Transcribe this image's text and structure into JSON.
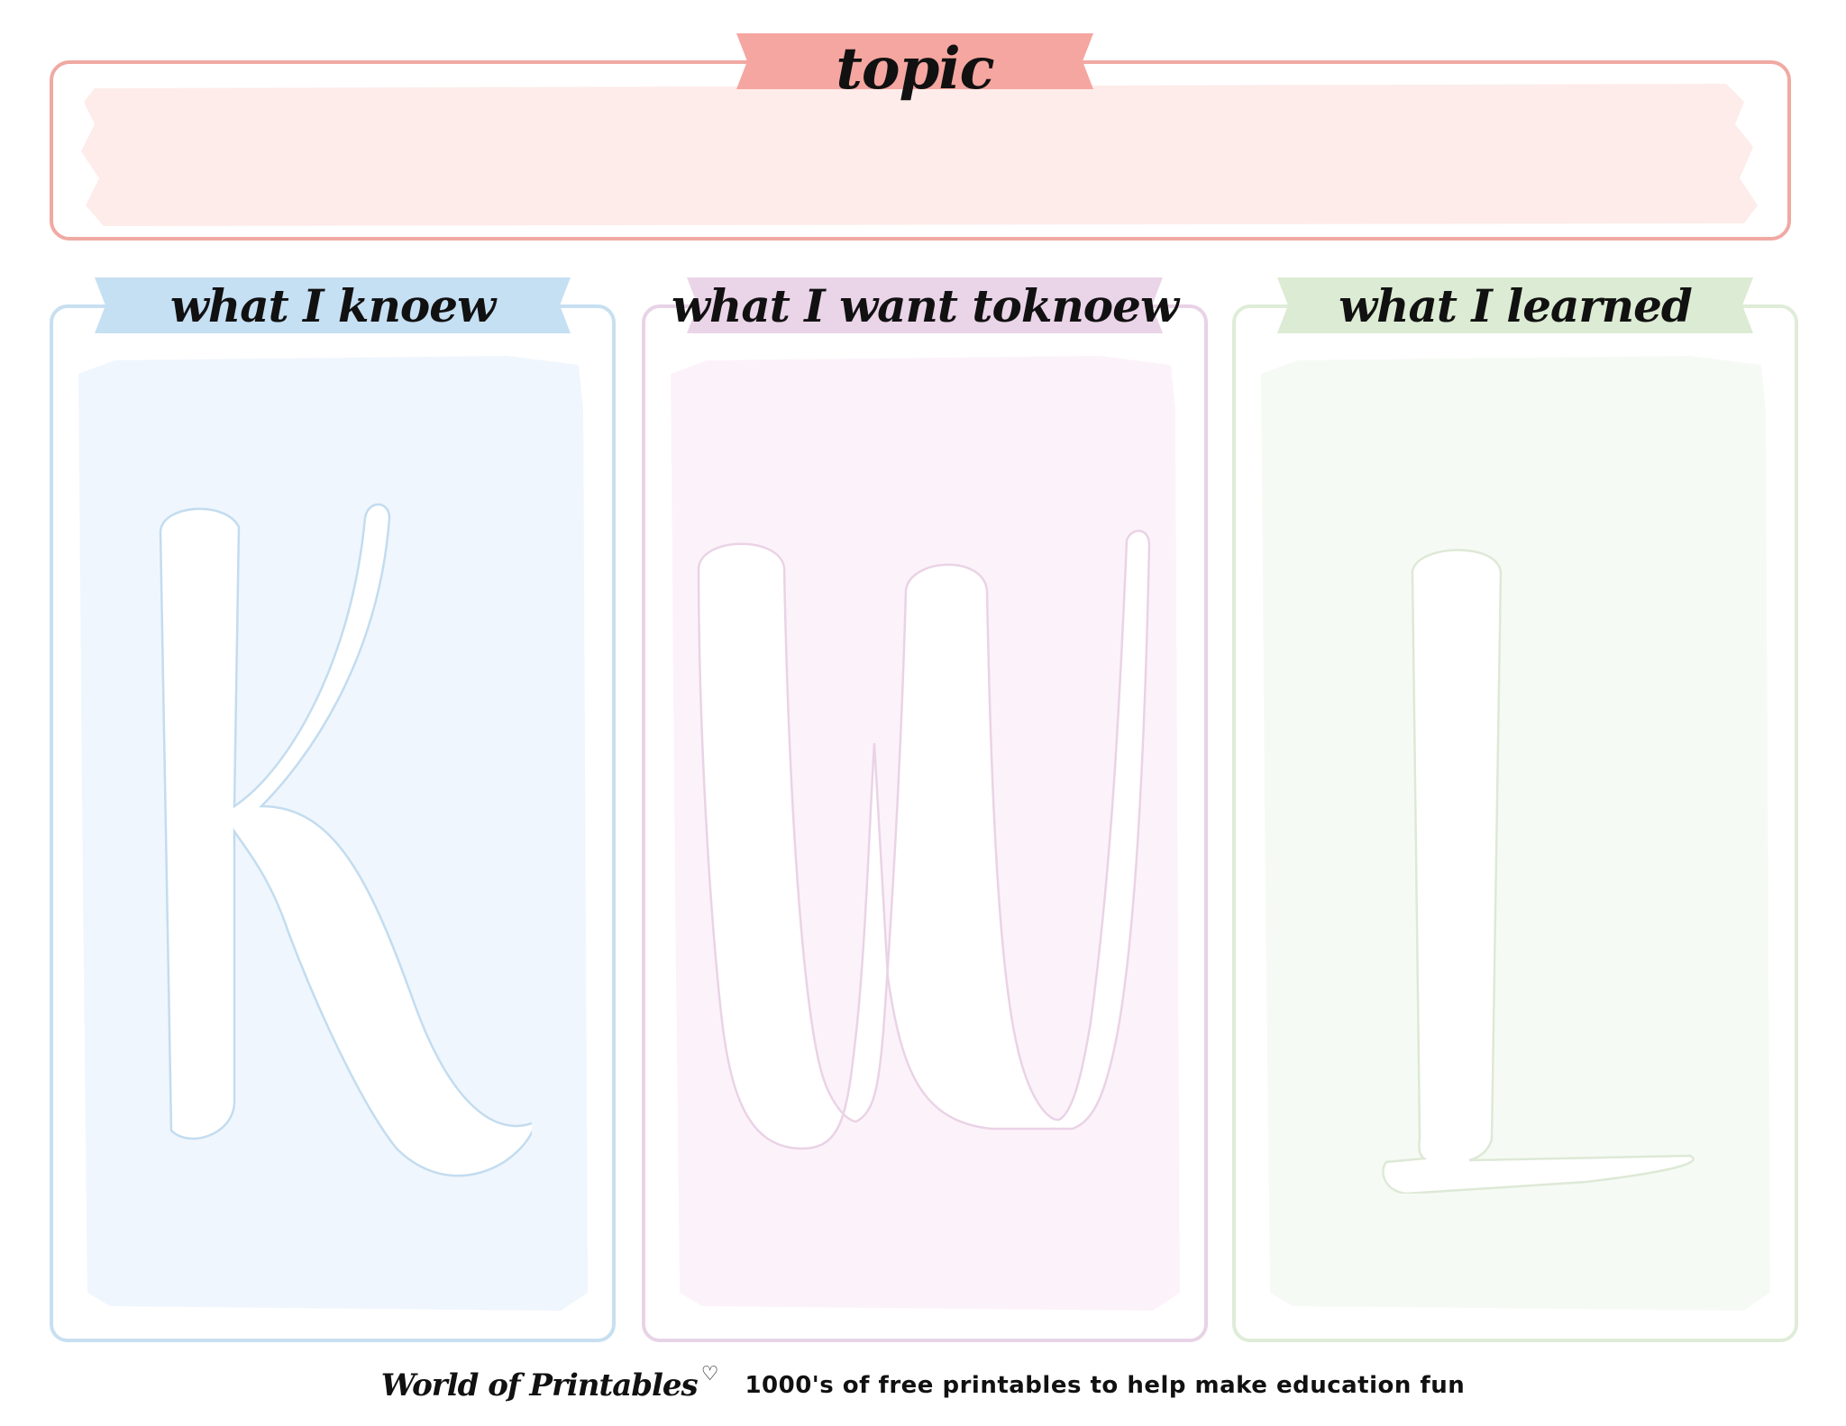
{
  "topic": {
    "title": "topic",
    "banner_color": "#f5a6a0",
    "border_color": "#f0a9a3",
    "fill_color": "#fdecea",
    "value": ""
  },
  "columns": [
    {
      "id": "know",
      "label": "what I knoew",
      "letter": "K",
      "banner_color": "#c5dff3",
      "border_color": "#c7dff1",
      "fill_color": "#f0f6fd",
      "outline_color": "#c3dcef",
      "value": ""
    },
    {
      "id": "want",
      "label": "what I want toknoew",
      "letter": "W",
      "banner_color": "#ead4e8",
      "border_color": "#e8d3e6",
      "fill_color": "#fcf3fa",
      "outline_color": "#ead3e6",
      "value": ""
    },
    {
      "id": "learned",
      "label": "what I learned",
      "letter": "L",
      "banner_color": "#dcebd3",
      "border_color": "#dfecd8",
      "fill_color": "#f6faf4",
      "outline_color": "#dde9d6",
      "value": ""
    }
  ],
  "footer": {
    "brand": "World of Printables",
    "brand_icon": "heart-icon",
    "tagline": "1000's of free printables to help make education fun"
  }
}
